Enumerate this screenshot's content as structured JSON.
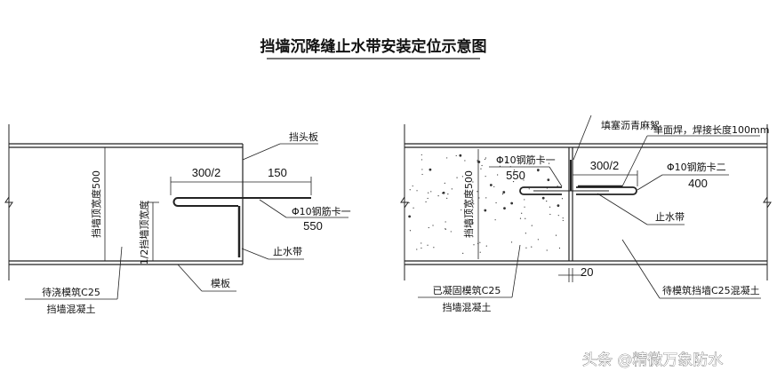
{
  "title": "挡墙沉降缝止水带安装定位示意图",
  "left": {
    "end_board": "挡头板",
    "dim_half": "300/2",
    "dim_150": "150",
    "rebar1": "Φ10钢筋卡一",
    "rebar1_len": "550",
    "waterstop": "止水带",
    "formwork": "模板",
    "concrete_line1": "待浇模筑C25",
    "concrete_line2": "挡墙混凝土",
    "width_label": "挡墙顶宽度500",
    "half_width_label": "1/2挡墙顶宽度"
  },
  "right": {
    "filler": "填塞沥青麻絮",
    "weld": "单面焊，焊接长度100mm",
    "rebar1": "Φ10钢筋卡一",
    "rebar1_len": "550",
    "dim_half": "300/2",
    "rebar2": "Φ10钢筋卡二",
    "rebar2_len": "400",
    "waterstop": "止水带",
    "width_label": "挡墙顶宽度500",
    "gap": "20",
    "cured_line1": "已凝固模筑C25",
    "cured_line2": "挡墙混凝土",
    "pending": "待模筑挡墙C25混凝土"
  },
  "watermark": "头条 @精微万象防水"
}
